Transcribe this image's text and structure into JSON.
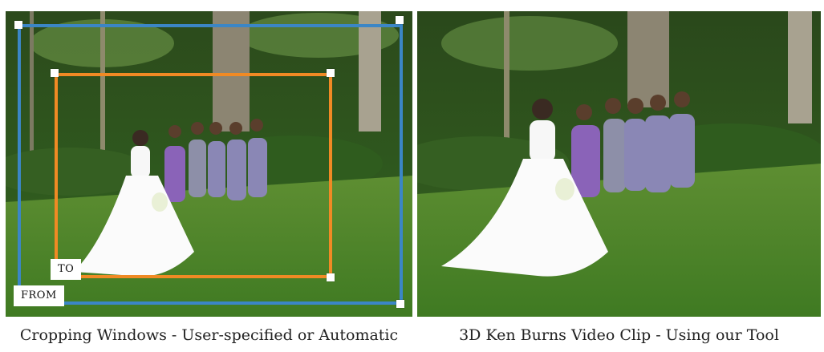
{
  "left_panel": {
    "caption": "Cropping Windows - User-specified or Automatic",
    "from_label": "FROM",
    "to_label": "TO",
    "from_color": "#3b86c6",
    "to_color": "#f08a24"
  },
  "right_panel": {
    "caption": "3D Ken Burns Video Clip - Using our Tool"
  }
}
